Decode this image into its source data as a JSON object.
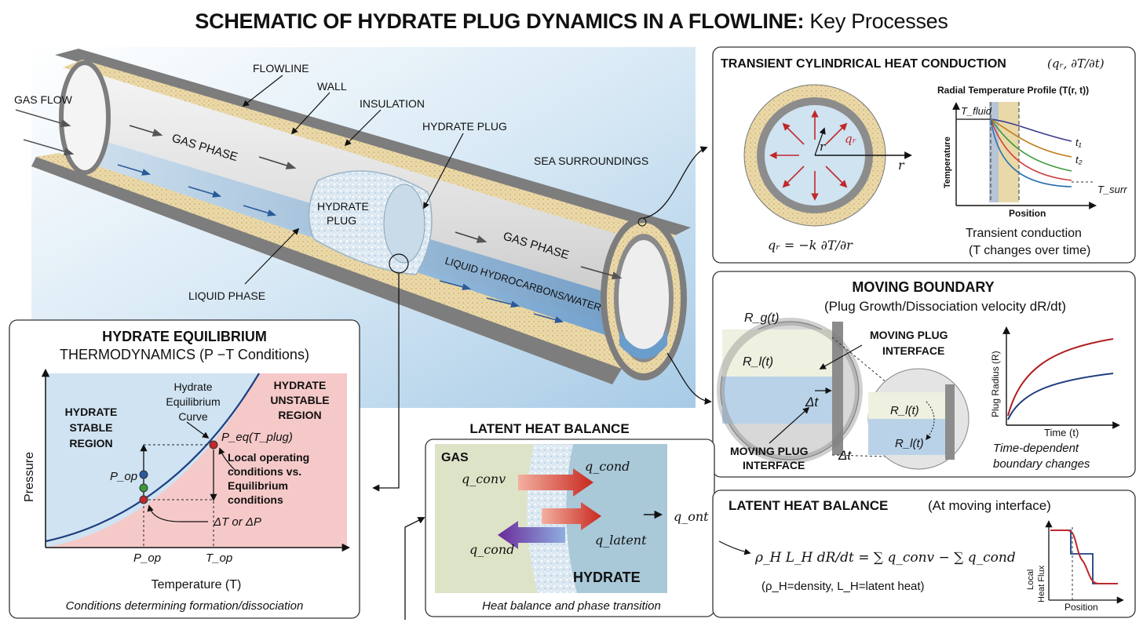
{
  "title": {
    "main": "SCHEMATIC OF HYDRATE PLUG DYNAMICS IN A FLOWLINE:",
    "sub": "Key Processes"
  },
  "pipe": {
    "gas_flow": "GAS FLOW",
    "flowline": "FLOWLINE",
    "wall": "WALL",
    "insulation": "INSULATION",
    "hydrate_plug_callout": "HYDRATE PLUG",
    "sea_surroundings": "SEA SURROUNDINGS",
    "gas_phase_1": "GAS PHASE",
    "gas_phase_2": "GAS PHASE",
    "plug_line1": "HYDRATE",
    "plug_line2": "PLUG",
    "liquid_phase": "LIQUID PHASE",
    "liquid_hc": "LIQUID HYDROCARBONS/WATER"
  },
  "conduction": {
    "title": "TRANSIENT CYLINDRICAL HEAT CONDUCTION",
    "title_math": "(qᵣ, ∂T/∂t)",
    "r_label": "r",
    "qr_label": "qᵣ",
    "r_axis": "r",
    "equation": "qᵣ = −k ∂T/∂r",
    "profile_title": "Radial Temperature Profile (T(r, t))",
    "t_fluid": "T_fluid",
    "t_surr": "T_surr",
    "t1": "t₁",
    "t2": "t₂",
    "ylabel": "Temperature",
    "xlabel": "Position",
    "caption1": "Transient conduction",
    "caption2": "(T changes over time)"
  },
  "moving": {
    "title": "MOVING BOUNDARY",
    "subtitle": "(Plug Growth/Dissociation velocity dR/dt)",
    "rg": "R_g(t)",
    "rl": "R_l(t)",
    "interface_top_1": "MOVING PLUG",
    "interface_top_2": "INTERFACE",
    "interface_bot_1": "MOVING PLUG",
    "interface_bot_2": "INTERFACE",
    "delta_t_1": "Δt",
    "delta_t_2": "Δt",
    "rl_small_1": "R_l(t)",
    "rl_small_2": "R_l(t)",
    "ylabel": "Plug Radius (R)",
    "xlabel": "Time (t)",
    "caption1": "Time-dependent",
    "caption2": "boundary changes"
  },
  "equilibrium": {
    "title1": "HYDRATE EQUILIBRIUM",
    "title2": "THERMODYNAMICS (P −T Conditions)",
    "stable1": "HYDRATE",
    "stable2": "STABLE",
    "stable3": "REGION",
    "unstable1": "HYDRATE",
    "unstable2": "UNSTABLE",
    "unstable3": "REGION",
    "curve1": "Hydrate",
    "curve2": "Equilibrium",
    "curve3": "Curve",
    "peq": "P_eq(T_plug)",
    "local1": "Local operating",
    "local2": "conditions vs.",
    "local3": "Equilibrium",
    "local4": "conditions",
    "pop": "P_op",
    "delta": "ΔT or ΔP",
    "ylabel": "Pressure",
    "xlabel": "Temperature (T)",
    "tick_pop": "P_op",
    "tick_top": "T_op",
    "caption": "Conditions determining formation/dissociation"
  },
  "latent_left": {
    "title": "LATENT HEAT BALANCE",
    "gas": "GAS",
    "hydrate": "HYDRATE",
    "q_conv": "q_conv",
    "q_cond_right": "q_cond",
    "q_cond_left": "q_cond",
    "q_latent": "q_latent",
    "q_ont": "q_ont",
    "caption": "Heat balance and phase transition"
  },
  "latent_right": {
    "title": "LATENT HEAT BALANCE",
    "title_note": "(At moving interface)",
    "equation": "ρ_H L_H dR/dt = ∑ q_conv − ∑ q_cond",
    "legend": "(ρ_H=density, L_H=latent heat)",
    "ylabel1": "Local",
    "ylabel2": "Heat Flux",
    "xlabel": "Position"
  },
  "colors": {
    "insulation": "#e8d4a6",
    "wall": "#8e8e8e",
    "liquid": "#9cc3e0",
    "stable_region": "#cfe3f2",
    "unstable_region": "#f6c9c9",
    "red_arrow": "#cc2222",
    "curve_blue": "#1f3e80"
  }
}
